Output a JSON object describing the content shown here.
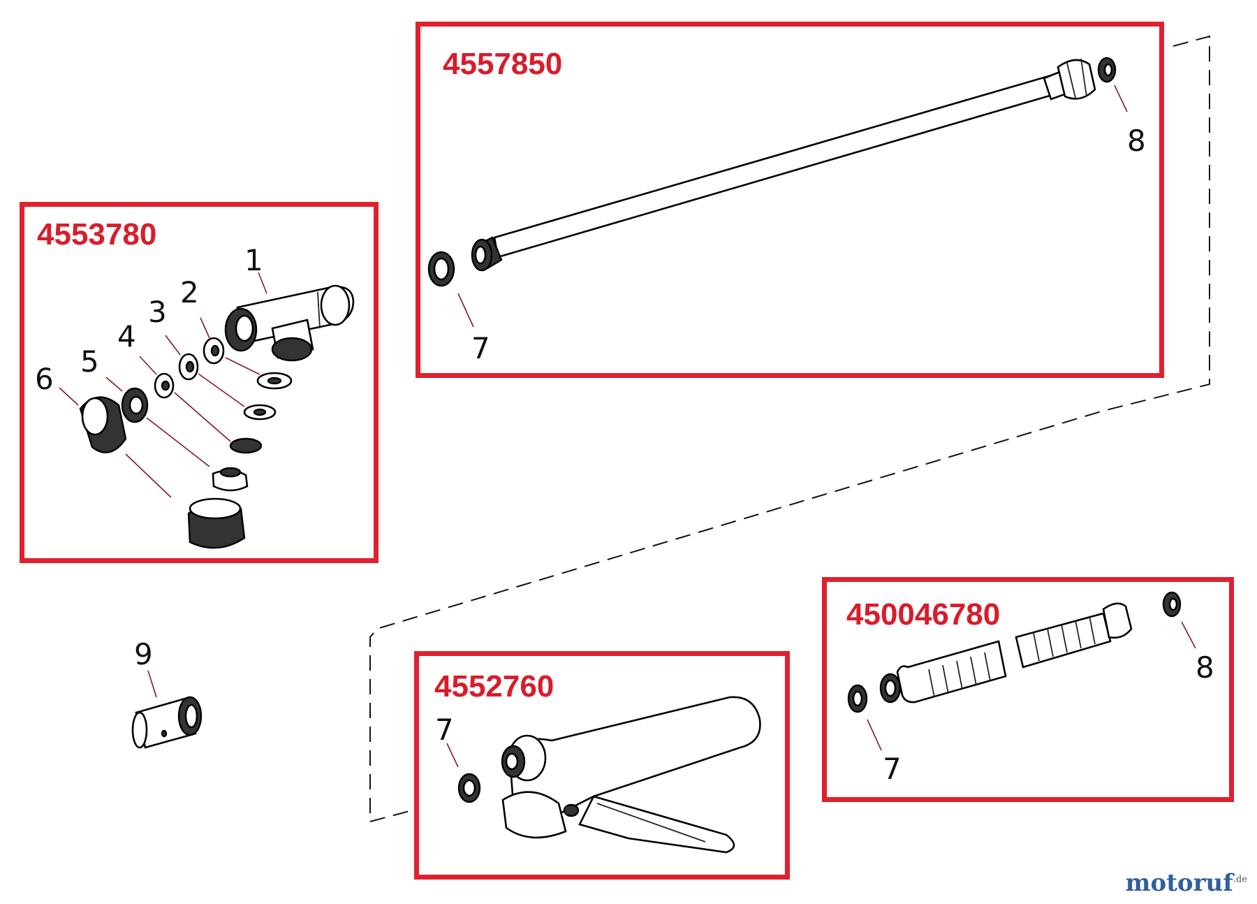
{
  "groups": {
    "nozzle": {
      "code": "4553780"
    },
    "lance": {
      "code": "4557850"
    },
    "extension": {
      "code": "450046780"
    },
    "gun": {
      "code": "4552760"
    }
  },
  "callouts": {
    "p1": "1",
    "p2": "2",
    "p3": "3",
    "p4": "4",
    "p5": "5",
    "p6": "6",
    "lance_seal": "7",
    "lance_ring": "8",
    "ext_seal": "7",
    "ext_ring": "8",
    "gun_seal": "7",
    "adapter": "9"
  },
  "watermark": {
    "brand": "motoruf",
    "tld": ".de"
  },
  "colors": {
    "frame": "#e0202e",
    "label": "#d91c2b",
    "line": "#000000"
  }
}
